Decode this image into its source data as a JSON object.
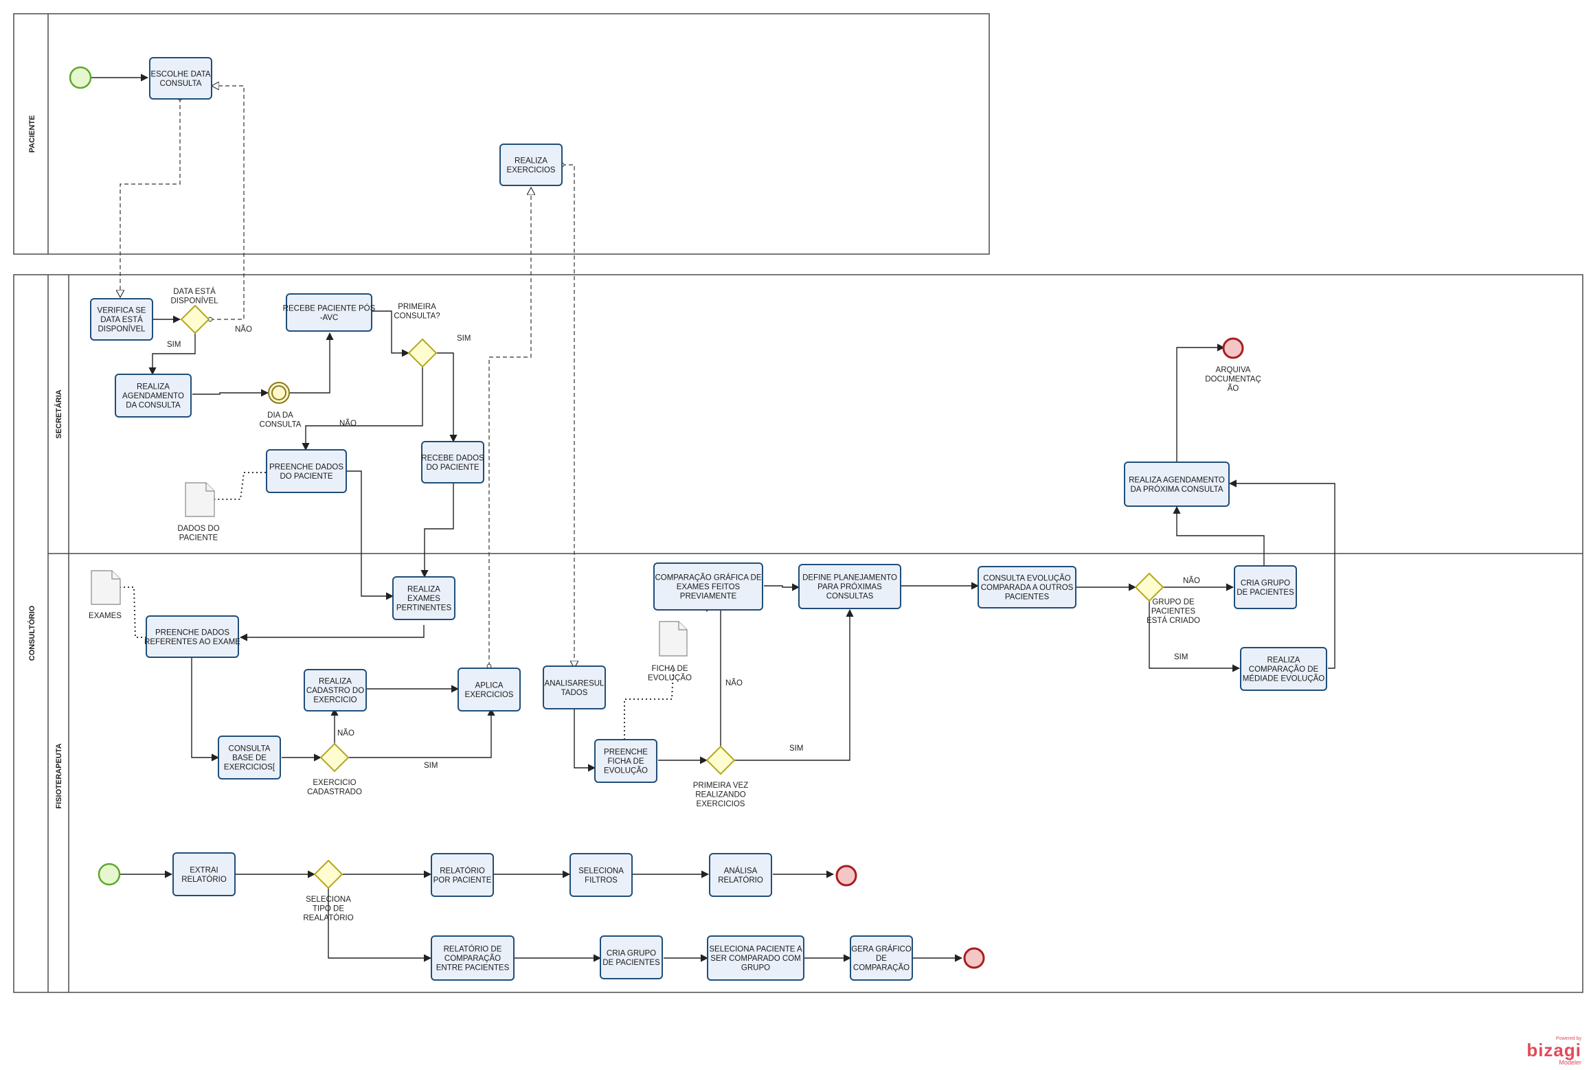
{
  "pools": {
    "paciente": "PACIENTE",
    "consultorio": "CONSULTÓRIO"
  },
  "lanes": {
    "secretaria": "SECRETÁRIA",
    "fisioterapeuta": "FISIOTERAPEUTA"
  },
  "tasks": {
    "escolhe_data": [
      "ESCOLHE DATA",
      "CONSULTA"
    ],
    "realiza_exercicios": [
      "REALIZA",
      "EXERCICIOS"
    ],
    "verifica_data": [
      "VERIFICA SE",
      "DATA ESTÁ",
      "DISPONÍVEL"
    ],
    "realiza_agendamento": [
      "REALIZA",
      "AGENDAMENTO",
      "DA CONSULTA"
    ],
    "recebe_paciente": [
      "RECEBE PACIENTE PÓS",
      "-AVC"
    ],
    "preenche_dados_paciente": [
      "PREENCHE DADOS",
      "DO PACIENTE"
    ],
    "recebe_dados": [
      "RECEBE DADOS",
      "DO PACIENTE"
    ],
    "realiza_exames": [
      "REALIZA",
      "EXAMES",
      "PERTINENTES"
    ],
    "preenche_dados_exame": [
      "PREENCHE DADOS",
      "REFERENTES AO EXAME"
    ],
    "realiza_cadastro": [
      "REALIZA",
      "CADASTRO DO",
      "EXERCICIO"
    ],
    "aplica_exercicios": [
      "APLICA",
      "EXERCICIOS"
    ],
    "consulta_base": [
      "CONSULTA",
      "BASE DE",
      "EXERCICIOS["
    ],
    "analisa_resultados": [
      "ANALISARESUL",
      "TADOS"
    ],
    "preenche_ficha": [
      "PREENCHE",
      "FICHA DE",
      "EVOLUÇÃO"
    ],
    "comparacao_grafica": [
      "COMPARAÇÃO GRÁFICA DE",
      "EXAMES FEITOS",
      "PREVIAMENTE"
    ],
    "define_planejamento": [
      "DEFINE PLANEJAMENTO",
      "PARA PRÓXIMAS",
      "CONSULTAS"
    ],
    "consulta_evolucao": [
      "CONSULTA EVOLUÇÃO",
      "COMPARADA A OUTROS",
      "PACIENTES"
    ],
    "cria_grupo": [
      "CRIA GRUPO",
      "DE PACIENTES"
    ],
    "realiza_comparacao_media": [
      "REALIZA",
      "COMPARAÇÃO DE",
      "MÉDIADE EVOLUÇÃO"
    ],
    "realiza_agendamento_proxima": [
      "REALIZA AGENDAMENTO",
      "DA PRÓXIMA CONSULTA"
    ],
    "extrai_relatorio": [
      "EXTRAI",
      "RELATÓRIO"
    ],
    "relatorio_paciente": [
      "RELATÓRIO",
      "POR PACIENTE"
    ],
    "seleciona_filtros": [
      "SELECIONA",
      "FILTROS"
    ],
    "analisa_relatorio": [
      "ANÁLISA",
      "RELATÓRIO"
    ],
    "relatorio_comparacao": [
      "RELATÓRIO DE",
      "COMPARAÇÃO",
      "ENTRE PACIENTES"
    ],
    "cria_grupo_2": [
      "CRIA GRUPO",
      "DE PACIENTES"
    ],
    "seleciona_paciente": [
      "SELECIONA PACIENTE A",
      "SER COMPARADO COM",
      "GRUPO"
    ],
    "gera_grafico": [
      "GERA GRÁFICO",
      "DE",
      "COMPARAÇÃO"
    ]
  },
  "gateways": {
    "data_disponivel": [
      "DATA ESTÁ",
      "DISPONÍVEL"
    ],
    "primeira_consulta": [
      "PRIMEIRA",
      "CONSULTA?"
    ],
    "exercicio_cadastrado": [
      "EXERCICIO",
      "CADASTRADO"
    ],
    "primeira_vez": [
      "PRIMEIRA VEZ",
      "REALIZANDO",
      "EXERCICIOS"
    ],
    "grupo_criado": [
      "GRUPO DE",
      "PACIENTES",
      "ESTÁ CRIADO"
    ],
    "tipo_relatorio": [
      "SELECIONA",
      "TIPO DE",
      "REALATÓRIO"
    ]
  },
  "events": {
    "dia_consulta": [
      "DIA DA",
      "CONSULTA"
    ],
    "arquiva": [
      "ARQUIVA",
      "DOCUMENTAÇ",
      "ÃO"
    ]
  },
  "artifacts": {
    "dados_paciente": [
      "DADOS DO",
      "PACIENTE"
    ],
    "exames": [
      "EXAMES"
    ],
    "ficha_evolucao": [
      "FICHA DE",
      "EVOLUÇÃO"
    ]
  },
  "flow_labels": {
    "sim": "SIM",
    "nao": "NÃO"
  },
  "logo": {
    "powered": "Powered by",
    "brand": "bizagi",
    "sub": "Modeler"
  },
  "colors": {
    "task_fill": "#eaf0f9",
    "task_border": "#1f4e79",
    "gateway_fill": "#fffdd0",
    "start_event": "#5ca829",
    "end_event": "#a81c1c",
    "brand": "#e04a5a"
  }
}
